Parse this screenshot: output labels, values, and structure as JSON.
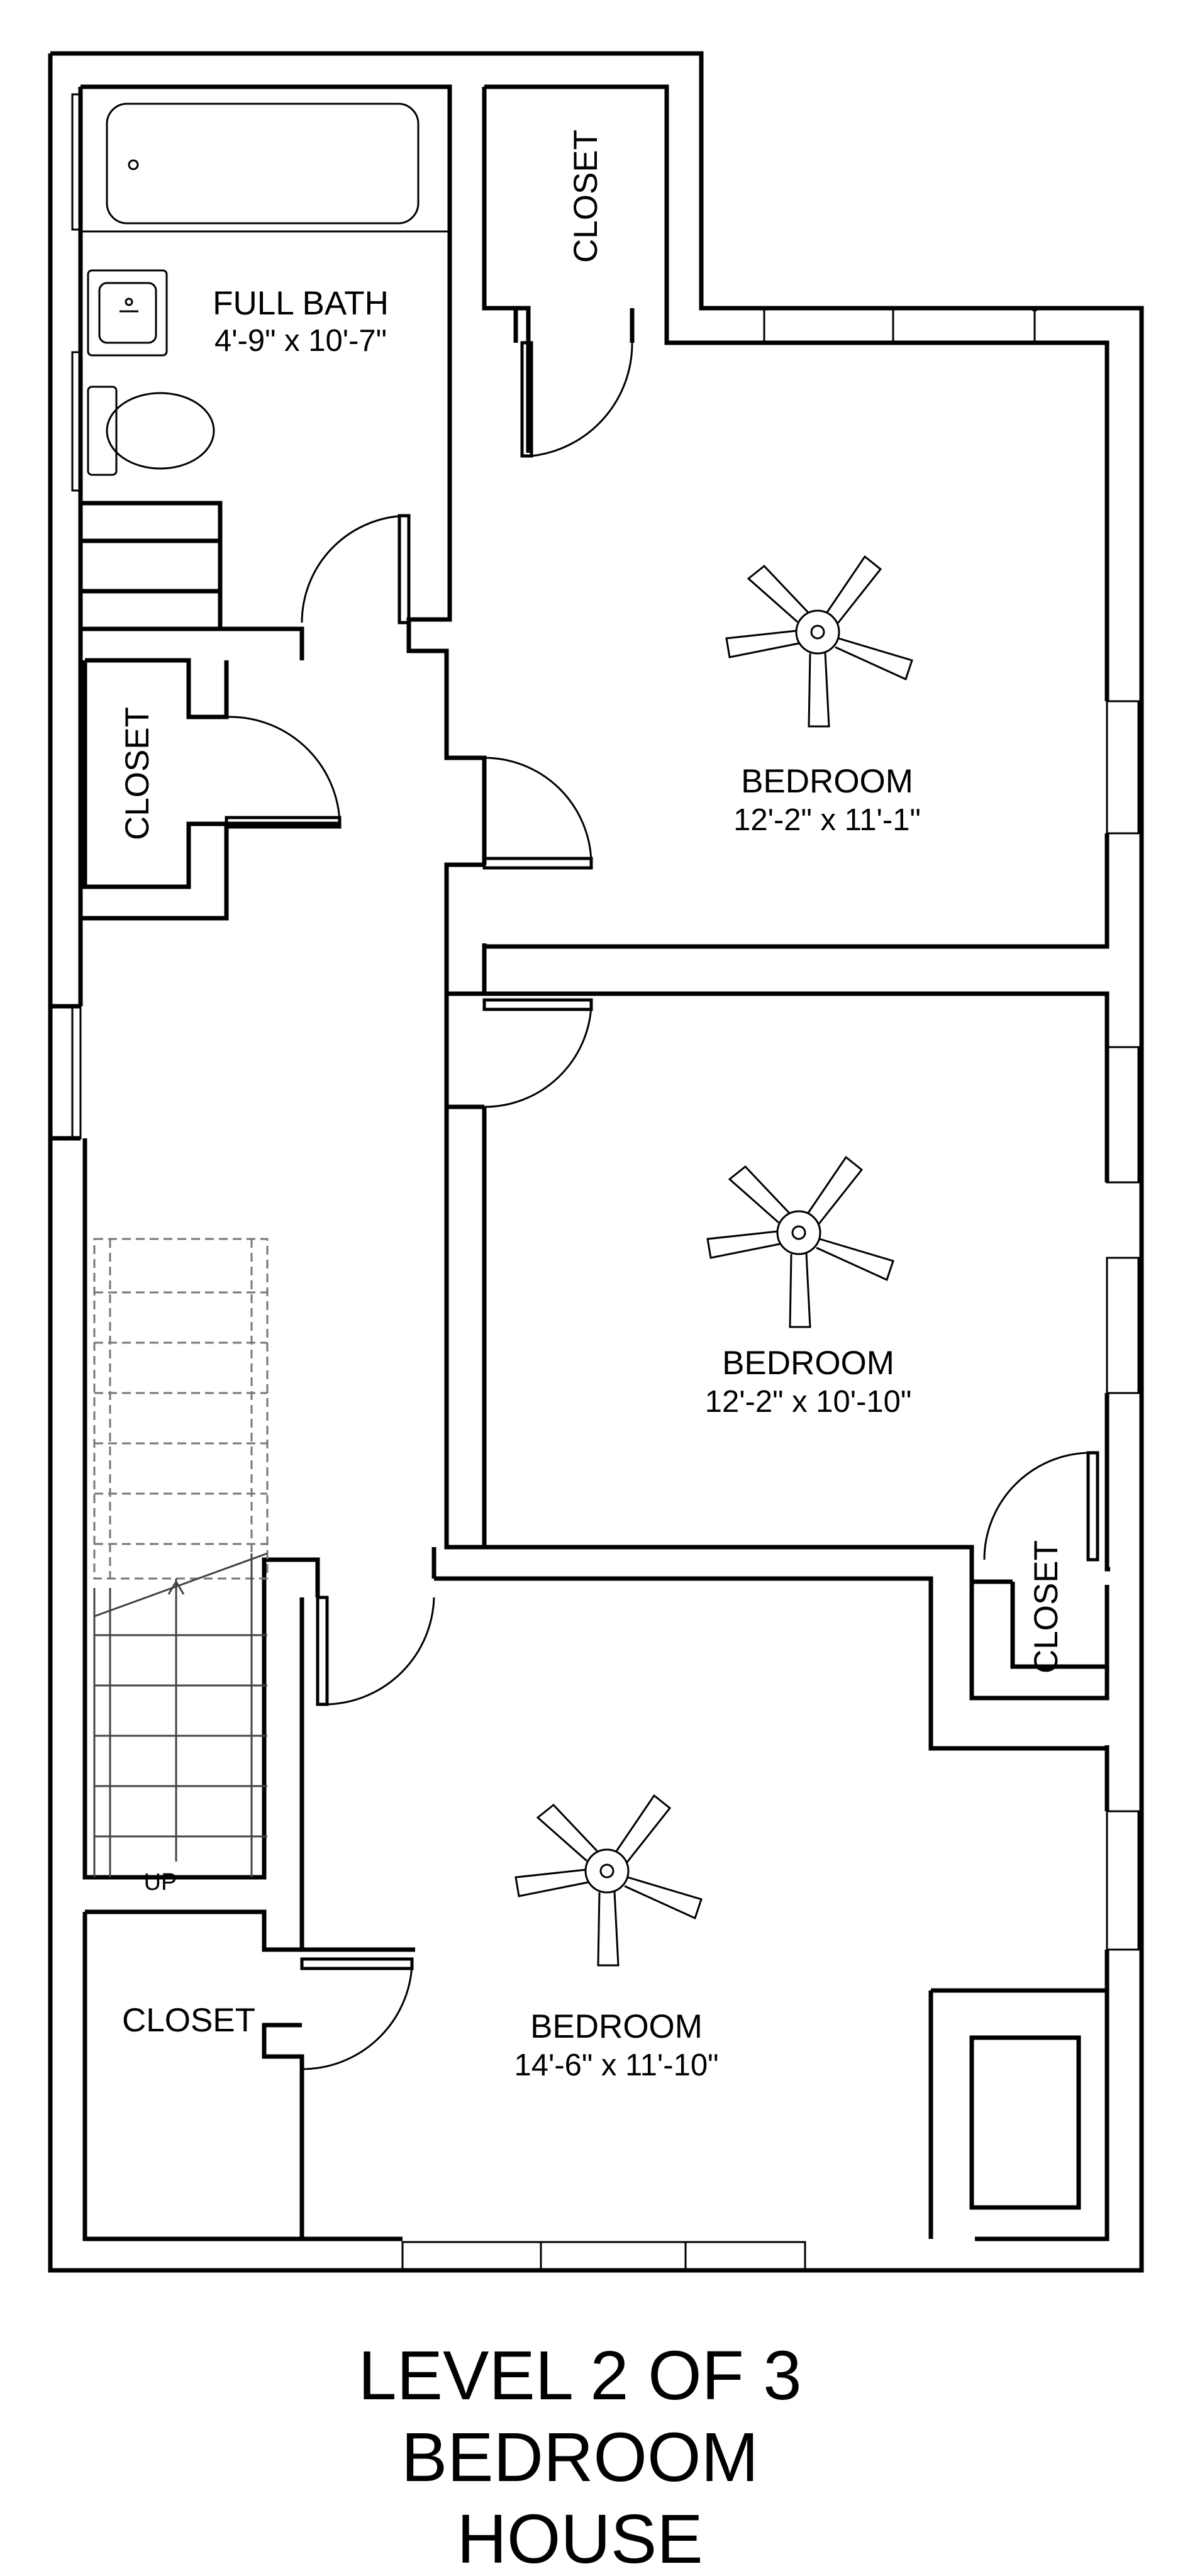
{
  "rooms": {
    "full_bath": {
      "name": "FULL BATH",
      "dims": "4'-9\" x 10'-7\""
    },
    "closet_top": {
      "name": "CLOSET"
    },
    "closet_left": {
      "name": "CLOSET"
    },
    "bedroom_1": {
      "name": "BEDROOM",
      "dims": "12'-2\" x 11'-1\""
    },
    "bedroom_2": {
      "name": "BEDROOM",
      "dims": "12'-2\" x 10'-10\""
    },
    "closet_right": {
      "name": "CLOSET"
    },
    "closet_bottom": {
      "name": "CLOSET"
    },
    "bedroom_3": {
      "name": "BEDROOM",
      "dims": "14'-6\" x 11'-10\""
    }
  },
  "stairs": {
    "label": "UP"
  },
  "caption": {
    "line1": "LEVEL 2 OF 3",
    "line2": "BEDROOM",
    "line3": "HOUSE"
  }
}
